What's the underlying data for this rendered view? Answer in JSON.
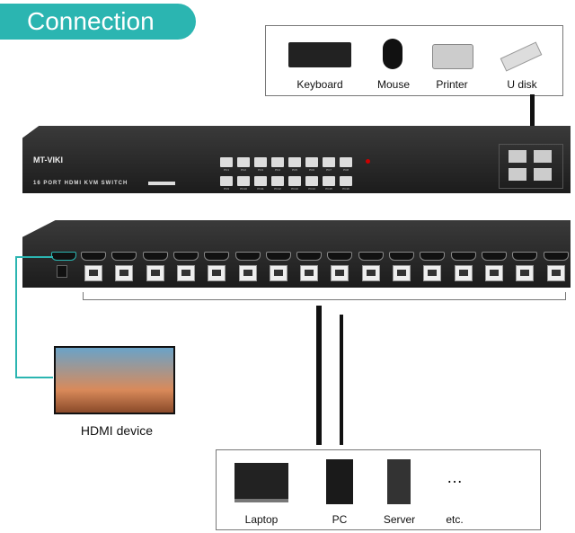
{
  "header": {
    "title": "Connection",
    "accent": "#2bb5b1"
  },
  "peripherals": [
    {
      "label": "Keyboard",
      "icon": "keyboard-icon"
    },
    {
      "label": "Mouse",
      "icon": "mouse-icon"
    },
    {
      "label": "Printer",
      "icon": "printer-icon"
    },
    {
      "label": "U disk",
      "icon": "usb-drive-icon"
    }
  ],
  "front_panel": {
    "brand": "MT-VIKI",
    "model": "16 PORT HDMI KVM SWITCH",
    "buttons": [
      "PC1",
      "PC2",
      "PC3",
      "PC4",
      "PC5",
      "PC6",
      "PC7",
      "PC8",
      "PC9",
      "PC10",
      "PC11",
      "PC12",
      "PC13",
      "PC14",
      "PC15",
      "PC16"
    ]
  },
  "hdmi_device": {
    "label": "HDMI device"
  },
  "computers": [
    {
      "label": "Laptop",
      "icon": "laptop-icon"
    },
    {
      "label": "PC",
      "icon": "desktop-tower-icon"
    },
    {
      "label": "Server",
      "icon": "server-icon"
    },
    {
      "label": "etc.",
      "icon": "ellipsis-icon"
    }
  ]
}
